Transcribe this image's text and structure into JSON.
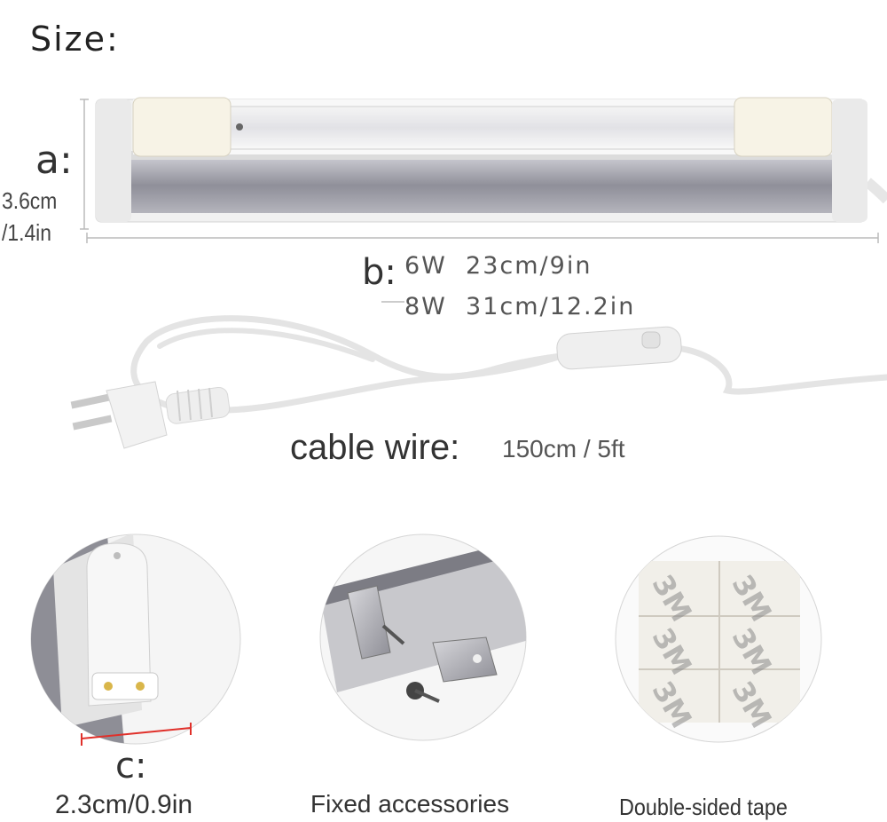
{
  "header": {
    "title": "Size:"
  },
  "dimension_a": {
    "label": "a:",
    "line1": "3.6cm",
    "line2": "/1.4in"
  },
  "dimension_b": {
    "label": "b:",
    "option1": "6W  23cm/9in",
    "option2": "8W  31cm/12.2in"
  },
  "cable": {
    "label": "cable wire:",
    "value": "150cm / 5ft"
  },
  "detail_connector": {
    "label": "c:",
    "value": "2.3cm/0.9in"
  },
  "detail_accessories": {
    "caption": "Fixed accessories"
  },
  "detail_tape": {
    "caption": "Double-sided tape",
    "tape_mark": "3M"
  },
  "colors": {
    "text": "#333333",
    "fixture_white": "#f0f0f0",
    "diffuser": "#9a9aa4",
    "red_marker": "#e0302a"
  }
}
